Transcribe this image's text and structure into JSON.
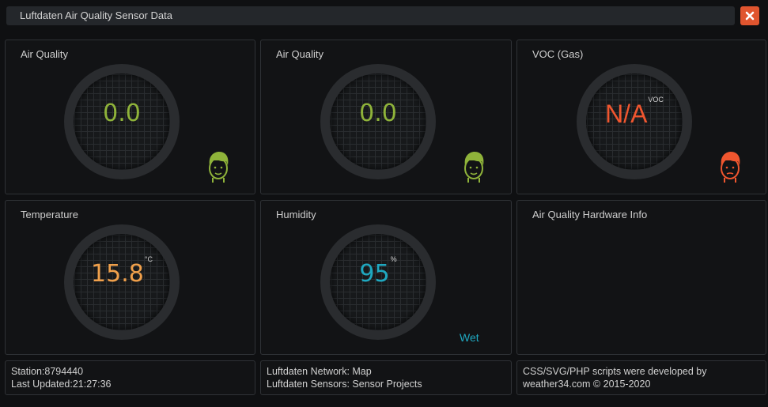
{
  "window": {
    "title": "Luftdaten Air Quality Sensor Data",
    "close_icon": "close-icon"
  },
  "panels": {
    "aq1": {
      "title": "Air Quality",
      "value": "0.0",
      "color": "#8fb33a",
      "face_icon": "happy-face-icon"
    },
    "aq2": {
      "title": "Air Quality",
      "value": "0.0",
      "color": "#8fb33a",
      "face_icon": "happy-face-icon"
    },
    "voc": {
      "title": "VOC (Gas)",
      "value": "N/A",
      "unit": "VOC",
      "color": "#f0562f",
      "face_icon": "face-icon"
    },
    "temperature": {
      "title": "Temperature",
      "value": "15.8",
      "unit": "°C",
      "color": "#f0a04b"
    },
    "humidity": {
      "title": "Humidity",
      "value": "95",
      "unit": "%",
      "color": "#1fa8c0",
      "status": "Wet"
    },
    "hardware": {
      "title": "Air Quality Hardware Info"
    }
  },
  "footer": {
    "station": "Station:8794440",
    "updated": "Last Updated:21:27:36",
    "network": "Luftdaten Network: Map",
    "sensors": "Luftdaten Sensors: Sensor Projects",
    "credits_line1": "CSS/SVG/PHP scripts were developed by",
    "credits_line2": "weather34.com © 2015-2020"
  }
}
